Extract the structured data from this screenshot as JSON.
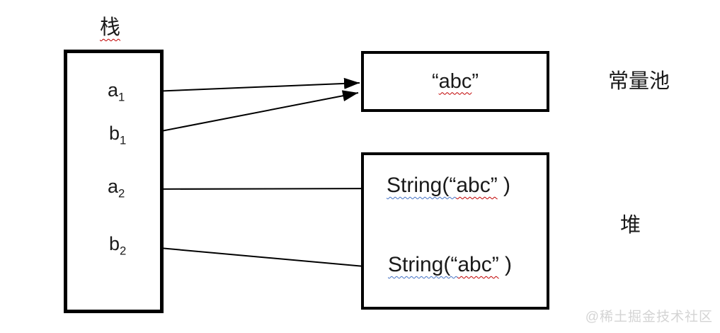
{
  "diagram": {
    "stack": {
      "title": "栈",
      "variables": [
        {
          "base": "a",
          "sub": "1"
        },
        {
          "base": "b",
          "sub": "1"
        },
        {
          "base": "a",
          "sub": "2"
        },
        {
          "base": "b",
          "sub": "2"
        }
      ]
    },
    "constant_pool": {
      "label": "常量池",
      "open_quote": "“",
      "literal": "abc",
      "close_quote": "”"
    },
    "heap": {
      "label": "堆",
      "objects": [
        {
          "prefix": "String(“",
          "literal": "abc”",
          "suffix": " )"
        },
        {
          "prefix": "String(“",
          "literal": "abc”",
          "suffix": " )"
        }
      ]
    },
    "colors": {
      "line": "#000000",
      "squiggle_red": "#c00000",
      "squiggle_blue": "#4472c4",
      "watermark_text": "#d4d4d4"
    },
    "watermark": "@稀土掘金技术社区"
  }
}
